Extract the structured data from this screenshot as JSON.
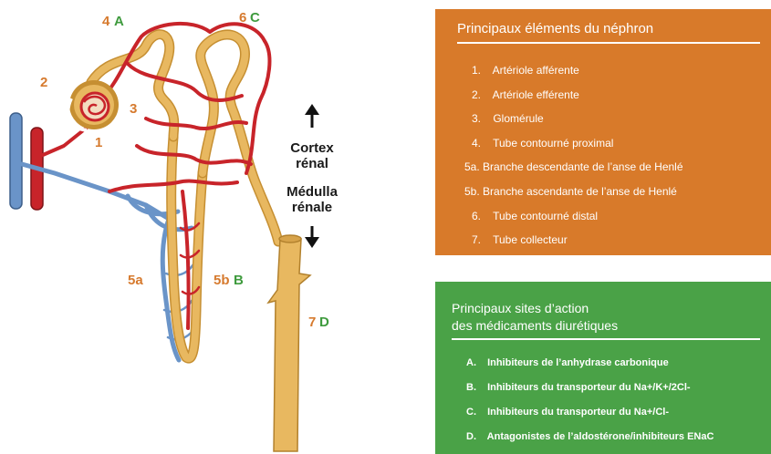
{
  "diagram_labels": {
    "l1": "1",
    "l2": "2",
    "l3": "3",
    "l4": "4",
    "l4_site": "A",
    "l6": "6",
    "l6_site": "C",
    "l5a": "5a",
    "l5b": "5b",
    "l5b_site": "B",
    "l7": "7",
    "l7_site": "D",
    "cortex_line1": "Cortex",
    "cortex_line2": "rénal",
    "medulla_line1": "Médulla",
    "medulla_line2": "rénale"
  },
  "elements_panel": {
    "title": "Principaux éléments du néphron",
    "items": [
      {
        "num": "1.",
        "text": "Artériole afférente"
      },
      {
        "num": "2.",
        "text": "Artériole efférente"
      },
      {
        "num": "3.",
        "text": "Glomérule"
      },
      {
        "num": "4.",
        "text": "Tube contourné proximal"
      },
      {
        "num": "5a.",
        "text": "Branche descendante de l’anse de Henlé"
      },
      {
        "num": "5b.",
        "text": "Branche ascendante de l’anse de Henlé"
      },
      {
        "num": "6.",
        "text": "Tube contourné distal"
      },
      {
        "num": "7.",
        "text": "Tube collecteur"
      }
    ]
  },
  "sites_panel": {
    "title_line1": "Principaux sites d’action",
    "title_line2": "des médicaments diurétiques",
    "items": [
      {
        "num": "A.",
        "text": "Inhibiteurs de l’anhydrase carbonique"
      },
      {
        "num": "B.",
        "text": "Inhibiteurs du transporteur du Na+/K+/2Cl-"
      },
      {
        "num": "C.",
        "text": "Inhibiteurs du transporteur du Na+/Cl-"
      },
      {
        "num": "D.",
        "text": "Antagonistes de l’aldostérone/inhibiteurs ENaC"
      }
    ]
  },
  "colors": {
    "panel_orange": "#d87a2a",
    "panel_green": "#4aa247",
    "tubule": "#e8b860",
    "artery": "#c8242a",
    "vein": "#6a94c8"
  }
}
